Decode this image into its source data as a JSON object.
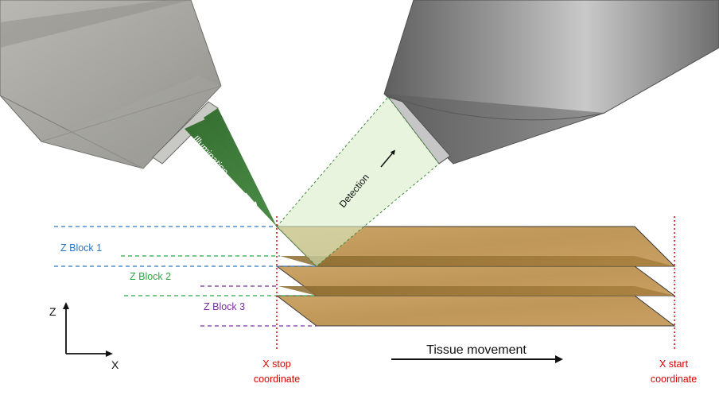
{
  "labels": {
    "illumination": "Illumination",
    "detection": "Detection",
    "z_block_1": "Z Block 1",
    "z_block_2": "Z Block 2",
    "z_block_3": "Z Block 3",
    "axis_z": "Z",
    "axis_x": "X",
    "x_stop_line1": "X stop",
    "x_stop_line2": "coordinate",
    "x_start_line1": "X start",
    "x_start_line2": "coordinate",
    "tissue_movement": "Tissue movement"
  },
  "colors": {
    "illumination": "#3e7f3a",
    "detection_fill": "#d8ecc6",
    "z_block_1": "#2b78c2",
    "z_block_2": "#28a745",
    "z_block_3": "#7a2ea0",
    "coordinate": "#e00000",
    "tissue": "#c49a5c",
    "objective": "#9a9a98"
  }
}
